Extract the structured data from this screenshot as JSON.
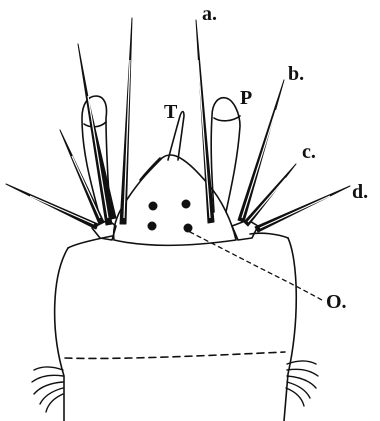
{
  "labels": {
    "a": "a.",
    "b": "b.",
    "c": "c.",
    "d": "d.",
    "T": "T",
    "P": "P",
    "O": "O."
  },
  "colors": {
    "ink": "#111111",
    "paper": "#ffffff"
  }
}
